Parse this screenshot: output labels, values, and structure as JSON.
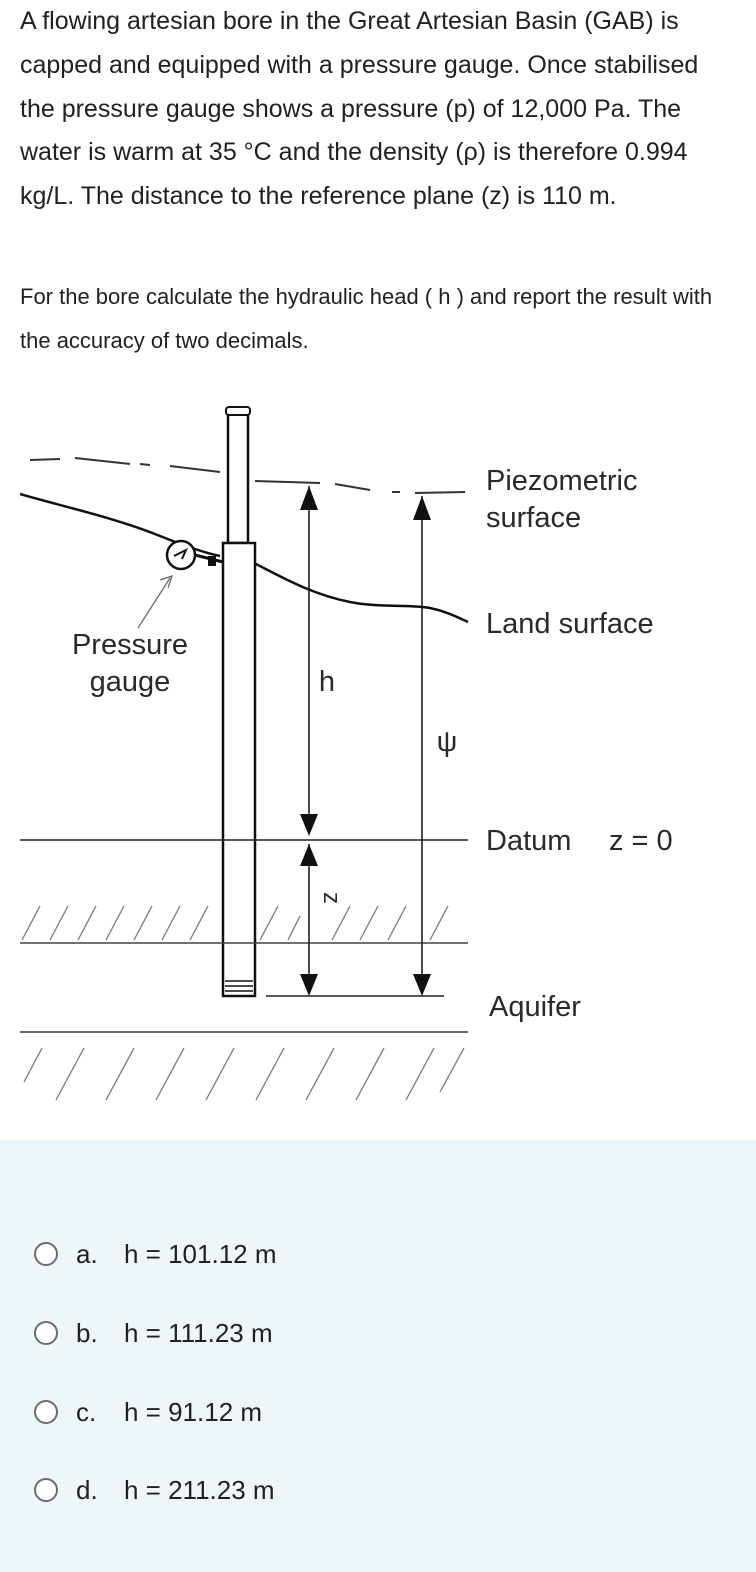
{
  "question": {
    "text": "A flowing artesian bore in the Great Artesian Basin (GAB) is capped and equipped with a pressure gauge. Once stabilised the pressure gauge shows a pressure (p) of 12,000 Pa. The water is warm at 35 °C and the density (ρ) is therefore 0.994 kg/L. The distance to the reference plane (z) is 110 m.",
    "instruction": "For the bore calculate the hydraulic head ( h ) and report the result with the accuracy of two decimals."
  },
  "figure": {
    "labels": {
      "piezometric_1": "Piezometric",
      "piezometric_2": "surface",
      "land_surface": "Land surface",
      "pressure_1": "Pressure",
      "pressure_2": "gauge",
      "h": "h",
      "psi": "ψ",
      "datum": "Datum",
      "z_eq": "z = 0",
      "z": "z",
      "aquifer": "Aquifer"
    }
  },
  "options": [
    {
      "letter": "a.",
      "text": "h = 101.12 m"
    },
    {
      "letter": "b.",
      "text": "h = 111.23 m"
    },
    {
      "letter": "c.",
      "text": "h = 91.12 m"
    },
    {
      "letter": "d.",
      "text": "h = 211.23 m"
    }
  ]
}
